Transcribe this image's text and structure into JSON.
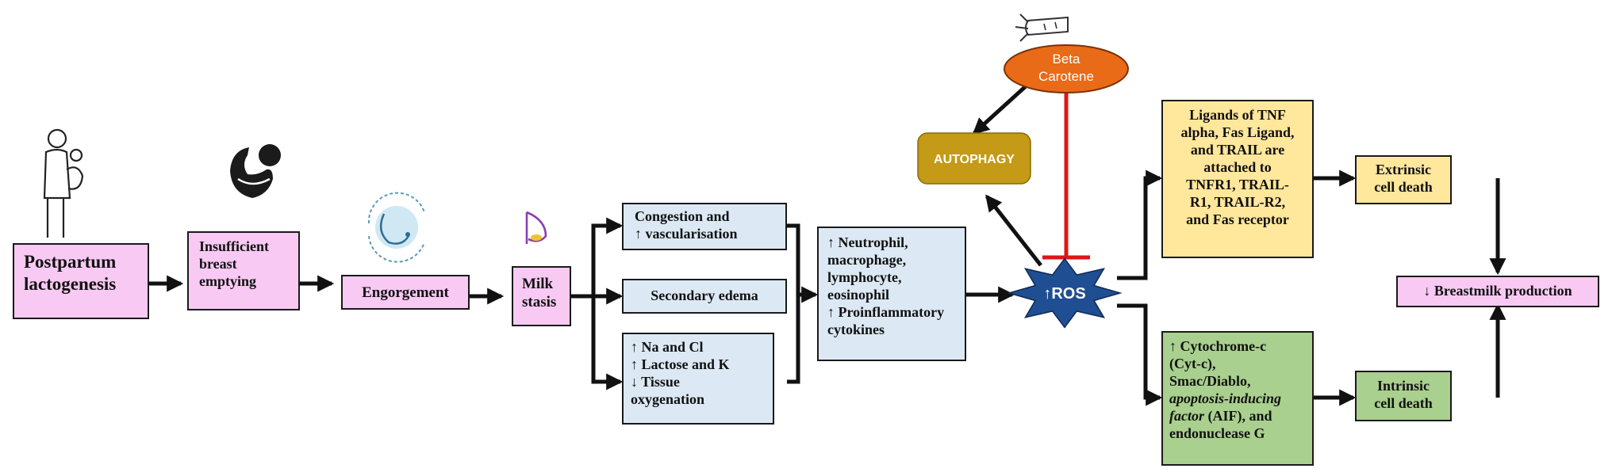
{
  "colors": {
    "pink": "#f7c9f3",
    "blue": "#dce9f4",
    "yellow": "#ffe79c",
    "green": "#a9d08e",
    "autophagy": "#c49a16",
    "beta_carotene": "#e96a17",
    "ros": "#1f4e92",
    "inhibition": "#e01616"
  },
  "icons": {
    "mother": "mother-holding-baby-icon",
    "breastfeeding": "breastfeeding-icon",
    "engorgement": "engorged-breast-icon",
    "milk_stasis": "breast-milk-stasis-icon",
    "carrot": "carrot-icon"
  },
  "nodes": {
    "postpartum": [
      "Postpartum",
      "lactogenesis"
    ],
    "insufficient": [
      "Insufficient",
      "breast",
      "emptying"
    ],
    "engorgement": "Engorgement",
    "milk_stasis": [
      "Milk",
      "stasis"
    ],
    "congestion": [
      "Congestion and",
      "↑ vascularisation"
    ],
    "edema": "Secondary edema",
    "electrolytes": [
      "↑ Na and Cl",
      "↑ Lactose and K",
      "↓ Tissue",
      "oxygenation"
    ],
    "inflammation": [
      "↑ Neutrophil,",
      "macrophage,",
      "lymphocyte,",
      "eosinophil",
      "↑ Proinflammatory",
      "cytokines"
    ],
    "ros": "↑ROS",
    "autophagy": "AUTOPHAGY",
    "beta_carotene": [
      "Beta",
      "Carotene"
    ],
    "ligands": [
      "Ligands of TNF",
      "alpha, Fas Ligand,",
      "and TRAIL are",
      "attached to",
      "TNFR1, TRAIL-",
      "R1, TRAIL-R2,",
      "and Fas receptor"
    ],
    "extrinsic": [
      "Extrinsic",
      "cell death"
    ],
    "cytochrome": {
      "line1": "↑ Cytochrome-c",
      "line2": "(Cyt-c),",
      "line3": "Smac/Diablo,",
      "line4": "apoptosis-inducing",
      "line5_italic": "factor",
      "line5_rest": " (AIF), and",
      "line6": "endonuclease G"
    },
    "intrinsic": [
      "Intrinsic",
      "cell death"
    ],
    "breastmilk": "↓ Breastmilk production"
  }
}
